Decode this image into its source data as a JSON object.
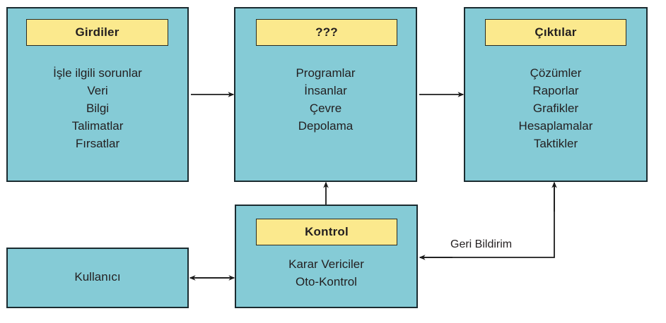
{
  "diagram": {
    "title_hidden": "",
    "colors": {
      "box_fill": "#85CBD6",
      "header_fill": "#FBE98D",
      "stroke": "#1b2b30",
      "text": "#231f20",
      "background": "#ffffff"
    },
    "boxes": [
      {
        "id": "inputs",
        "header": "Girdiler",
        "items": [
          "İşle ilgili sorunlar",
          "Veri",
          "Bilgi",
          "Talimatlar",
          "Fırsatlar"
        ]
      },
      {
        "id": "process",
        "header": "???",
        "items": [
          "Programlar",
          "İnsanlar",
          "Çevre",
          "Depolama"
        ]
      },
      {
        "id": "outputs",
        "header": "Çıktılar",
        "items": [
          "Çözümler",
          "Raporlar",
          "Grafikler",
          "Hesaplamalar",
          "Taktikler"
        ]
      },
      {
        "id": "control",
        "header": "Kontrol",
        "items": [
          "Karar Vericiler",
          "Oto-Kontrol"
        ]
      },
      {
        "id": "user",
        "header": "",
        "items": [
          "Kullanıcı"
        ]
      }
    ],
    "connectors": [
      {
        "id": "inputs-to-process",
        "label": "",
        "direction": "right"
      },
      {
        "id": "process-to-outputs",
        "label": "",
        "direction": "right"
      },
      {
        "id": "control-to-process",
        "label": "",
        "direction": "up"
      },
      {
        "id": "feedback-to-outputs",
        "label": "Geri Bildirim",
        "direction": "up-left"
      },
      {
        "id": "user-to-control",
        "label": "",
        "direction": "both"
      }
    ],
    "feedback_label": "Geri Bildirim"
  }
}
